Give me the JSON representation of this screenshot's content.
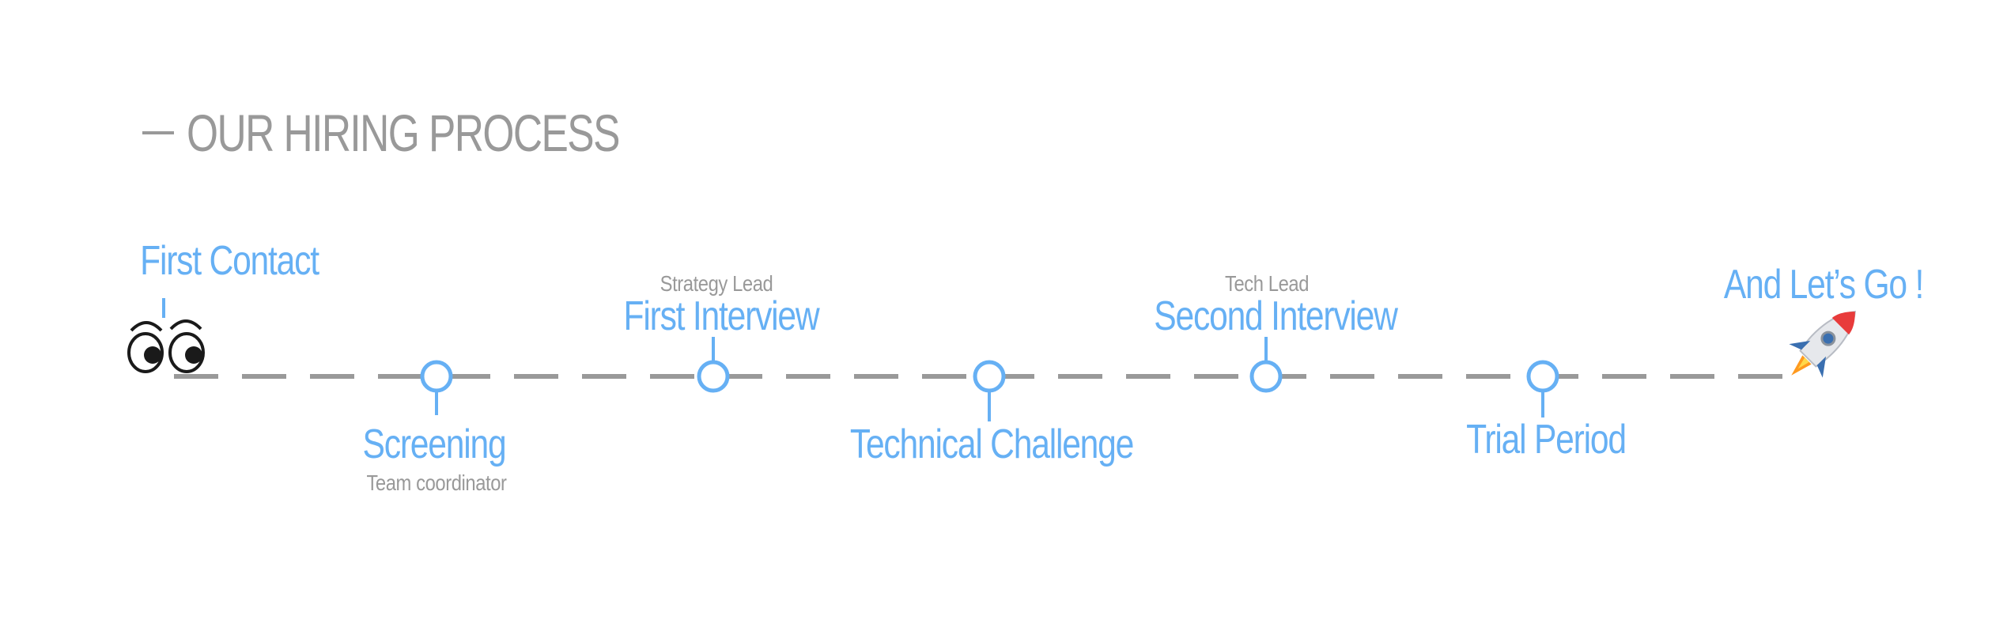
{
  "heading": {
    "title": "OUR HIRING PROCESS"
  },
  "colors": {
    "accent": "#66b0f4",
    "line": "#999999",
    "subtitle": "#999999"
  },
  "steps": [
    {
      "label": "First Contact",
      "sublabel": "",
      "icon": "eyes-icon"
    },
    {
      "label": "Screening",
      "sublabel": "Team coordinator"
    },
    {
      "label": "First Interview",
      "sublabel": "Strategy Lead"
    },
    {
      "label": "Technical Challenge",
      "sublabel": ""
    },
    {
      "label": "Second Interview",
      "sublabel": "Tech Lead"
    },
    {
      "label": "Trial Period",
      "sublabel": ""
    },
    {
      "label": "And Let’s Go !",
      "sublabel": "",
      "icon": "rocket-icon"
    }
  ]
}
